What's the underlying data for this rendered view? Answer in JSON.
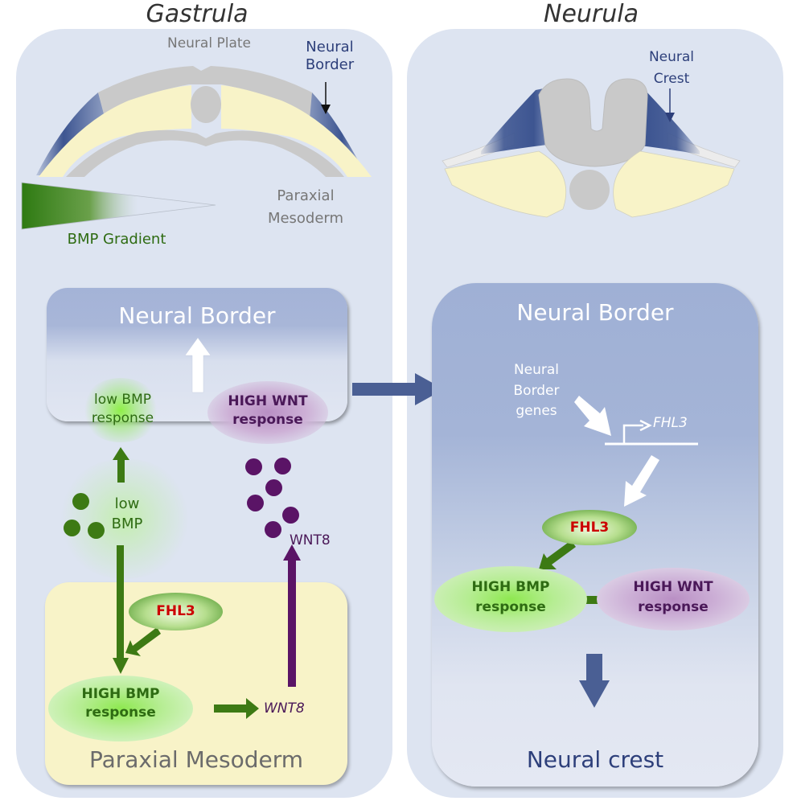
{
  "stages": {
    "left_title": "Gastrula",
    "right_title": "Neurula"
  },
  "gastrula": {
    "neural_plate_label": "Neural Plate",
    "neural_border_label_line1": "Neural",
    "neural_border_label_line2": "Border",
    "paraxial_mesoderm_line1": "Paraxial",
    "paraxial_mesoderm_line2": "Mesoderm",
    "bmp_gradient_label": "BMP Gradient",
    "neural_border_box_title": "Neural Border",
    "low_bmp_response_line1": "low BMP",
    "low_bmp_response_line2": "response",
    "high_wnt_response_line1": "HIGH WNT",
    "high_wnt_response_line2": "response",
    "low_bmp_line1": "low",
    "low_bmp_line2": "BMP",
    "wnt8_upper": "WNT8",
    "fhl3": "FHL3",
    "high_bmp_response_line1": "HIGH BMP",
    "high_bmp_response_line2": "response",
    "wnt8_gene": "WNT8",
    "paraxial_mesoderm_box_title": "Paraxial Mesoderm"
  },
  "neurula": {
    "neural_crest_label_line1": "Neural",
    "neural_crest_label_line2": "Crest",
    "neural_border_box_title": "Neural Border",
    "nb_genes_line1": "Neural",
    "nb_genes_line2": "Border",
    "nb_genes_line3": "genes",
    "fhl3_gene": "FHL3",
    "fhl3": "FHL3",
    "high_bmp_response_line1": "HIGH BMP",
    "high_bmp_response_line2": "response",
    "high_wnt_response_line1": "HIGH WNT",
    "high_wnt_response_line2": "response",
    "neural_crest_output": "Neural crest"
  },
  "colors": {
    "panel_bg": "#dde4f1",
    "neural_border_blue": "#3d5591",
    "bmp_green": "#3d7a14",
    "wnt_purple": "#5a1466",
    "fhl3_red": "#cc0000",
    "mesoderm_yellow": "#f8f3c8",
    "neural_plate_gray": "#c8c8c8"
  }
}
